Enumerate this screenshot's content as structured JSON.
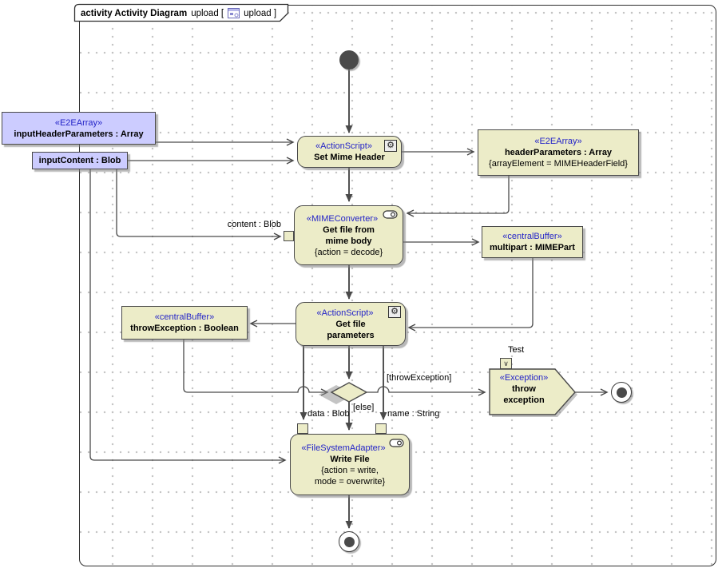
{
  "tab": {
    "keyword": "activity",
    "diagram_name": "Activity Diagram",
    "context_prefix": "upload [",
    "context_suffix": "upload ]"
  },
  "nodes": {
    "input_header_parameters": {
      "stereotype": "«E2EArray»",
      "name": "inputHeaderParameters : Array"
    },
    "input_content": {
      "name": "inputContent : Blob"
    },
    "set_mime_header": {
      "stereotype": "«ActionScript»",
      "name": "Set Mime Header"
    },
    "header_parameters": {
      "stereotype": "«E2EArray»",
      "name": "headerParameters : Array",
      "constraint": "{arrayElement = MIMEHeaderField}"
    },
    "get_file_from_mime_body": {
      "stereotype": "«MIMEConverter»",
      "name": "Get file from\nmime body",
      "constraint": "{action = decode}"
    },
    "multipart": {
      "stereotype": "«centralBuffer»",
      "name": "multipart : MIMEPart"
    },
    "get_file_parameters": {
      "stereotype": "«ActionScript»",
      "name": "Get file\nparameters"
    },
    "throw_exception_buffer": {
      "stereotype": "«centralBuffer»",
      "name": "throwException : Boolean"
    },
    "throw_exception": {
      "stereotype": "«Exception»",
      "name": "throw\nexception",
      "pin_label": "Test",
      "pin_glyph": "∨"
    },
    "write_file": {
      "stereotype": "«FileSystemAdapter»",
      "name": "Write File",
      "constraint": "{action = write,\nmode = overwrite}"
    }
  },
  "edge_labels": {
    "content": "content : Blob",
    "guard_throw": "[throwException]",
    "guard_else": "[else]",
    "data": "data : Blob",
    "name": "name : String"
  },
  "icons": {
    "gear": "⚙"
  },
  "colors": {
    "action_fill": "#ECECC8",
    "object_fill": "#CCCCFF",
    "stereotype_text": "#2424C8",
    "edge": "#4A4A4A",
    "grid_dot": "#C3C3C3"
  }
}
